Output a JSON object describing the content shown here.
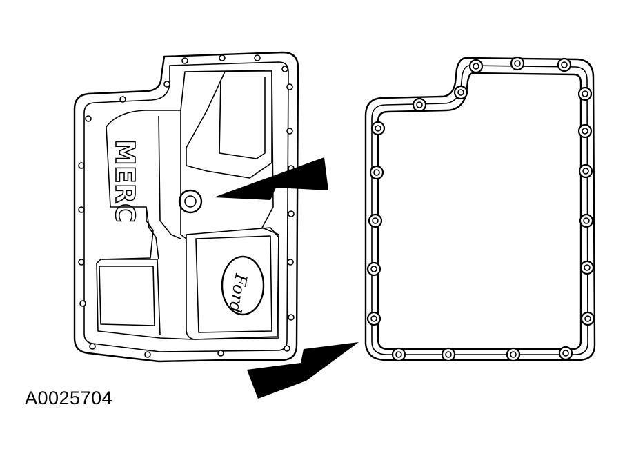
{
  "figure_id": "A0025704",
  "pan_embossed_text": "MERC",
  "pan_logo_text": "Ford",
  "colors": {
    "line": "#000000",
    "background": "#ffffff"
  }
}
